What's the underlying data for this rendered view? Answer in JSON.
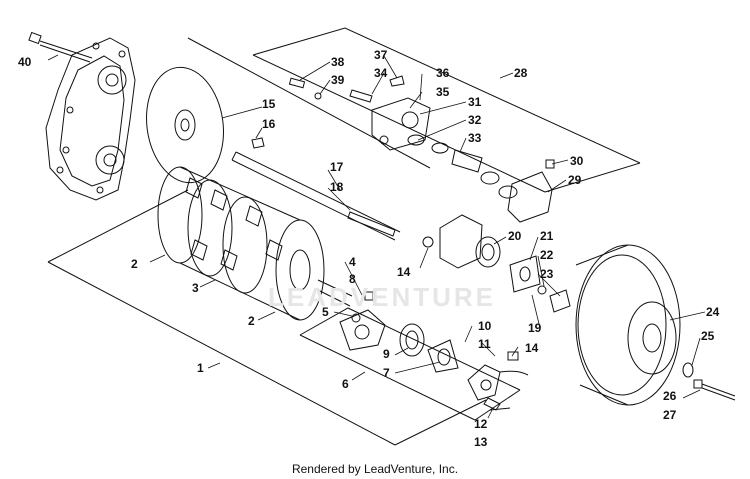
{
  "diagram": {
    "footer": "Rendered by LeadVenture, Inc.",
    "watermark": "LEADVENTURE",
    "callouts": {
      "c1": "1",
      "c2a": "2",
      "c2b": "2",
      "c3": "3",
      "c4": "4",
      "c5": "5",
      "c6": "6",
      "c7": "7",
      "c8": "8",
      "c9": "9",
      "c10": "10",
      "c11": "11",
      "c12": "12",
      "c13": "13",
      "c14a": "14",
      "c14b": "14",
      "c15": "15",
      "c16": "16",
      "c17": "17",
      "c18": "18",
      "c19": "19",
      "c20": "20",
      "c21": "21",
      "c22": "22",
      "c23": "23",
      "c24": "24",
      "c25": "25",
      "c26": "26",
      "c27": "27",
      "c28": "28",
      "c29": "29",
      "c30": "30",
      "c31": "31",
      "c32": "32",
      "c33": "33",
      "c34": "34",
      "c35": "35",
      "c36": "36",
      "c37": "37",
      "c38": "38",
      "c39": "39",
      "c40": "40"
    }
  }
}
